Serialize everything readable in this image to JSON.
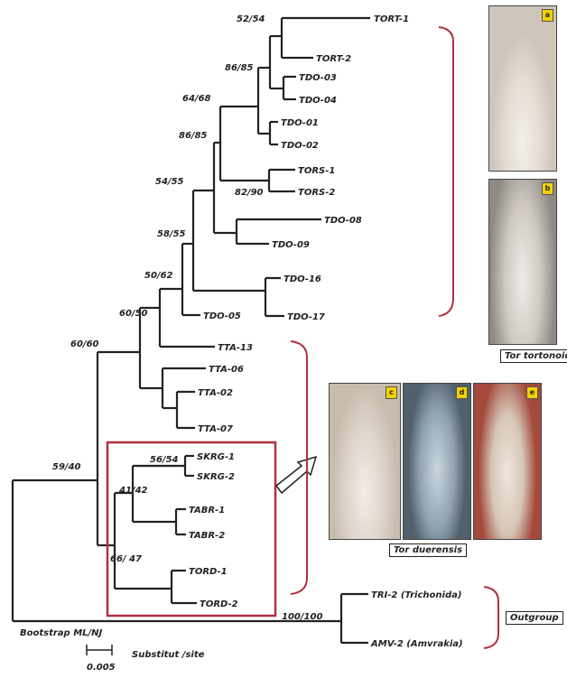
{
  "tree": {
    "tips": [
      {
        "id": "tort1",
        "label": "TORT-1"
      },
      {
        "id": "tort2",
        "label": "TORT-2"
      },
      {
        "id": "tdo03",
        "label": "TDO-03"
      },
      {
        "id": "tdo04",
        "label": "TDO-04"
      },
      {
        "id": "tdo01",
        "label": "TDO-01"
      },
      {
        "id": "tdo02",
        "label": "TDO-02"
      },
      {
        "id": "tors1",
        "label": "TORS-1"
      },
      {
        "id": "tors2",
        "label": "TORS-2"
      },
      {
        "id": "tdo08",
        "label": "TDO-08"
      },
      {
        "id": "tdo09",
        "label": "TDO-09"
      },
      {
        "id": "tdo16",
        "label": "TDO-16"
      },
      {
        "id": "tdo17",
        "label": "TDO-17"
      },
      {
        "id": "tdo05",
        "label": "TDO-05"
      },
      {
        "id": "tta13",
        "label": "TTA-13"
      },
      {
        "id": "tta06",
        "label": "TTA-06"
      },
      {
        "id": "tta02",
        "label": "TTA-02"
      },
      {
        "id": "tta07",
        "label": "TTA-07"
      },
      {
        "id": "skrg1",
        "label": "SKRG-1"
      },
      {
        "id": "skrg2",
        "label": "SKRG-2"
      },
      {
        "id": "tabr1",
        "label": "TABR-1"
      },
      {
        "id": "tabr2",
        "label": "TABR-2"
      },
      {
        "id": "tord1",
        "label": "TORD-1"
      },
      {
        "id": "tord2",
        "label": "TORD-2"
      },
      {
        "id": "tri2",
        "label": "TRI-2 (Trichonida)"
      },
      {
        "id": "amv2",
        "label": "AMV-2 (Amvrakia)"
      }
    ],
    "supports": [
      {
        "id": "s_tort",
        "label": "52/54"
      },
      {
        "id": "s_tort_tdo",
        "label": "86/85"
      },
      {
        "id": "s_a",
        "label": "64/68"
      },
      {
        "id": "s_b",
        "label": "86/85"
      },
      {
        "id": "s_tors",
        "label": "82/90"
      },
      {
        "id": "s_c",
        "label": "54/55"
      },
      {
        "id": "s_d",
        "label": "58/55"
      },
      {
        "id": "s_e",
        "label": "50/62"
      },
      {
        "id": "s_f",
        "label": "60/50"
      },
      {
        "id": "s_g",
        "label": "60/60"
      },
      {
        "id": "s_root",
        "label": "59/40"
      },
      {
        "id": "s_skrg",
        "label": "56/54"
      },
      {
        "id": "s_h",
        "label": "41/42"
      },
      {
        "id": "s_i",
        "label": "66/ 47"
      },
      {
        "id": "s_out",
        "label": "100/100"
      }
    ]
  },
  "legend": {
    "method": "Bootstrap ML/NJ",
    "scale_unit": "Substitut /site",
    "scale_value": "0.005"
  },
  "groups": {
    "tortonoides": "Tor tortonoides",
    "duerensis": "Tor duerensis",
    "outgroup": "Outgroup"
  },
  "photos": {
    "badge_a": "a",
    "badge_b": "b",
    "badge_c": "c",
    "badge_d": "d",
    "badge_e": "e"
  },
  "colors": {
    "branch": "#222222",
    "bracket": "#b03040",
    "highlight_box": "#b03040"
  }
}
